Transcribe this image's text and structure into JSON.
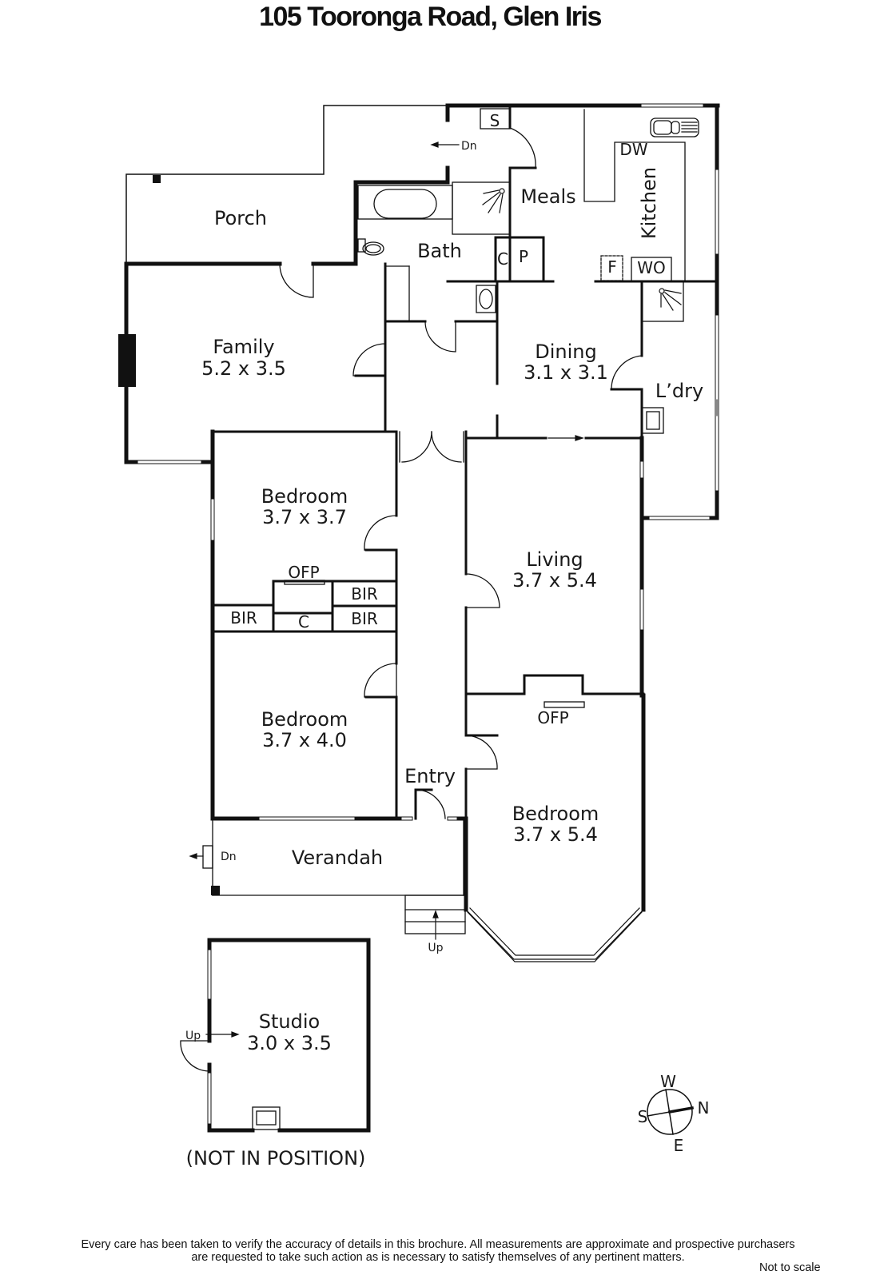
{
  "title": "105 Tooronga Road, Glen Iris",
  "rooms": {
    "porch": {
      "name": "Porch"
    },
    "bath": {
      "name": "Bath"
    },
    "meals": {
      "name": "Meals"
    },
    "kitchen": {
      "name": "Kitchen"
    },
    "family": {
      "name": "Family",
      "size": "5.2 x 3.5"
    },
    "dining": {
      "name": "Dining",
      "size": "3.1 x 3.1"
    },
    "laundry": {
      "name": "L’dry"
    },
    "bedroom1": {
      "name": "Bedroom",
      "size": "3.7 x 3.7"
    },
    "living": {
      "name": "Living",
      "size": "3.7 x 5.4"
    },
    "bedroom2": {
      "name": "Bedroom",
      "size": "3.7 x 4.0"
    },
    "bedroom3": {
      "name": "Bedroom",
      "size": "3.7 x 5.4"
    },
    "entry": {
      "name": "Entry"
    },
    "verandah": {
      "name": "Verandah"
    },
    "studio": {
      "name": "Studio",
      "size": "3.0 x 3.5"
    }
  },
  "fixtures": {
    "shower_store": "S",
    "dishwasher": "DW",
    "cupboard": "C",
    "pantry": "P",
    "fridge": "F",
    "wall_oven": "WO",
    "fireplace": "OFP",
    "built_in_robe": "BIR",
    "linen_cupboard": "C"
  },
  "steps": {
    "down": "Dn",
    "up": "Up"
  },
  "studio_note": "(NOT IN POSITION)",
  "compass": {
    "n": "N",
    "s": "S",
    "e": "E",
    "w": "W"
  },
  "disclaimer": {
    "line1": "Every care has been taken to verify the accuracy of details in this brochure.  All measurements are approximate and prospective purchasers",
    "line2": "are requested to take such action as is necessary to satisfy themselves of any pertinent matters.",
    "scale_note": "Not to scale"
  }
}
